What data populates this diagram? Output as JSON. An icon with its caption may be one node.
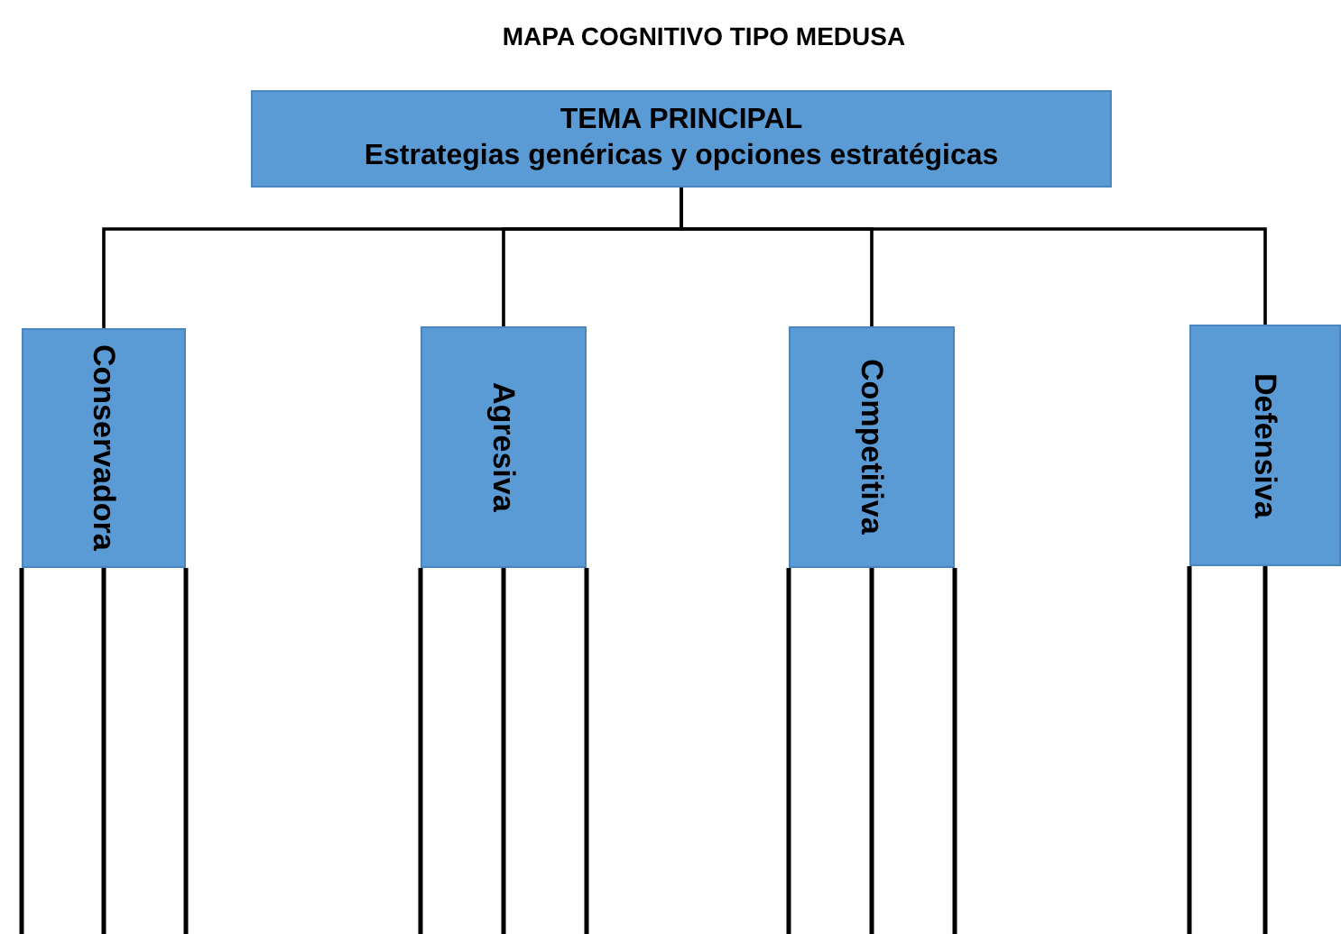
{
  "diagram": {
    "title": "MAPA COGNITIVO TIPO MEDUSA",
    "nodes": [
      {
        "text": [
          "TEMA PRINCIPAL",
          "Estrategias genéricas y opciones estratégicas"
        ]
      },
      {
        "text": [
          "Conservadora"
        ]
      },
      {
        "text": [
          "Agresiva"
        ]
      },
      {
        "text": [
          "Competitiva"
        ]
      },
      {
        "text": [
          "Defensiva"
        ]
      }
    ],
    "edges": [
      {
        "from": 0,
        "to": 1,
        "arrow": "none"
      },
      {
        "from": 0,
        "to": 2,
        "arrow": "none"
      },
      {
        "from": 0,
        "to": 3,
        "arrow": "none"
      },
      {
        "from": 0,
        "to": 4,
        "arrow": "none"
      },
      {
        "from": 1,
        "to": null,
        "arrow": "none"
      },
      {
        "from": 1,
        "to": null,
        "arrow": "none"
      },
      {
        "from": 1,
        "to": null,
        "arrow": "none"
      },
      {
        "from": 2,
        "to": null,
        "arrow": "none"
      },
      {
        "from": 2,
        "to": null,
        "arrow": "none"
      },
      {
        "from": 2,
        "to": null,
        "arrow": "none"
      },
      {
        "from": 3,
        "to": null,
        "arrow": "none"
      },
      {
        "from": 3,
        "to": null,
        "arrow": "none"
      },
      {
        "from": 3,
        "to": null,
        "arrow": "none"
      },
      {
        "from": 4,
        "to": null,
        "arrow": "none"
      },
      {
        "from": 4,
        "to": null,
        "arrow": "none"
      }
    ]
  }
}
